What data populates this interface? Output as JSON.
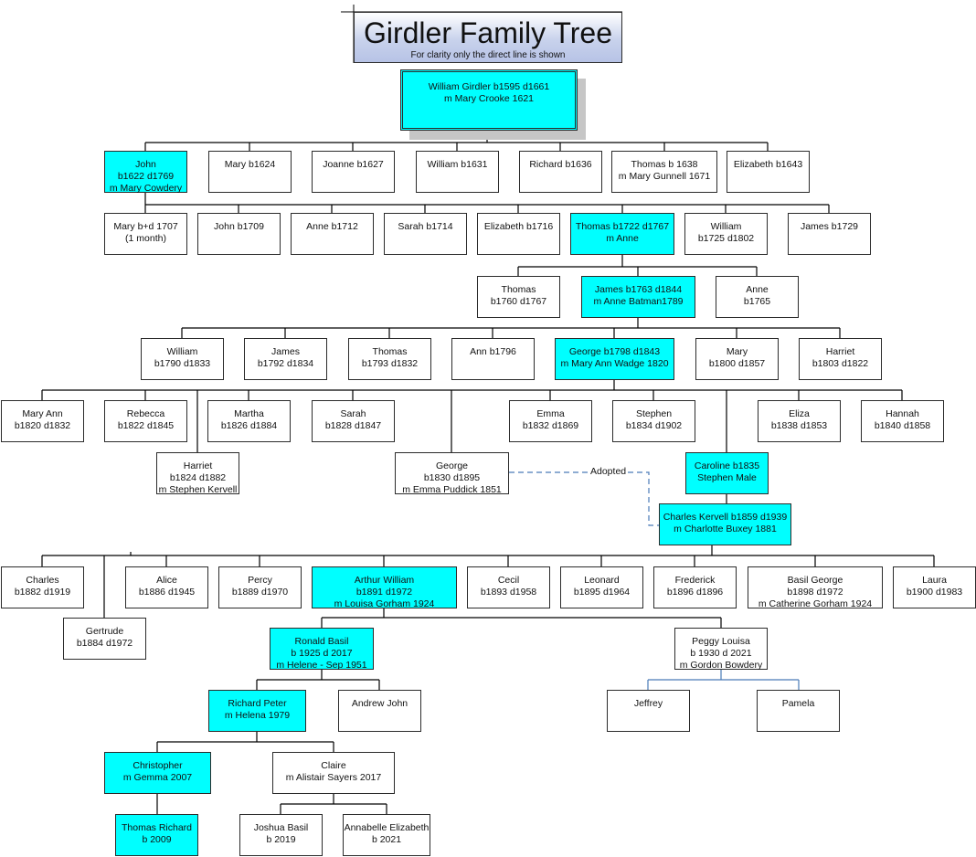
{
  "title": "Girdler Family Tree",
  "subtitle": "For clarity only the direct line is shown",
  "adopted_label": "Adopted",
  "colors": {
    "direct_line": "#00ffff",
    "box_border": "#2b2b2b",
    "line": "#000000",
    "adopted_line": "#4a7ab8"
  },
  "nodes": [
    {
      "id": "william1595",
      "lines": [
        "William Girdler b1595 d1661",
        "m Mary Crooke 1621"
      ],
      "hl": true
    },
    {
      "id": "john1622",
      "lines": [
        "John",
        "b1622 d1769",
        "m Mary Cowdery"
      ],
      "hl": true
    },
    {
      "id": "mary1624",
      "lines": [
        "Mary b1624"
      ],
      "hl": false
    },
    {
      "id": "joanne1627",
      "lines": [
        "Joanne b1627"
      ],
      "hl": false
    },
    {
      "id": "william1631",
      "lines": [
        "William b1631"
      ],
      "hl": false
    },
    {
      "id": "richard1636",
      "lines": [
        "Richard b1636"
      ],
      "hl": false
    },
    {
      "id": "thomas1638",
      "lines": [
        "Thomas b 1638",
        "m Mary Gunnell 1671"
      ],
      "hl": false
    },
    {
      "id": "elizabeth1643",
      "lines": [
        "Elizabeth b1643"
      ],
      "hl": false
    },
    {
      "id": "mary1707",
      "lines": [
        "Mary b+d 1707",
        "(1 month)"
      ],
      "hl": false
    },
    {
      "id": "john1709",
      "lines": [
        "John b1709"
      ],
      "hl": false
    },
    {
      "id": "anne1712",
      "lines": [
        "Anne b1712"
      ],
      "hl": false
    },
    {
      "id": "sarah1714",
      "lines": [
        "Sarah b1714"
      ],
      "hl": false
    },
    {
      "id": "elizabeth1716",
      "lines": [
        "Elizabeth b1716"
      ],
      "hl": false
    },
    {
      "id": "thomas1722",
      "lines": [
        "Thomas b1722 d1767",
        "m Anne"
      ],
      "hl": true
    },
    {
      "id": "william1725",
      "lines": [
        "William",
        "b1725 d1802"
      ],
      "hl": false
    },
    {
      "id": "james1729",
      "lines": [
        "James b1729"
      ],
      "hl": false
    },
    {
      "id": "thomas1760",
      "lines": [
        "Thomas",
        "b1760 d1767"
      ],
      "hl": false
    },
    {
      "id": "james1763",
      "lines": [
        "James b1763 d1844",
        "m Anne Batman1789"
      ],
      "hl": true
    },
    {
      "id": "anne1765",
      "lines": [
        "Anne",
        "b1765"
      ],
      "hl": false
    },
    {
      "id": "william1790",
      "lines": [
        "William",
        "b1790 d1833"
      ],
      "hl": false
    },
    {
      "id": "james1792",
      "lines": [
        "James",
        "b1792 d1834"
      ],
      "hl": false
    },
    {
      "id": "thomas1793",
      "lines": [
        "Thomas",
        "b1793 d1832"
      ],
      "hl": false
    },
    {
      "id": "ann1796",
      "lines": [
        "Ann b1796"
      ],
      "hl": false
    },
    {
      "id": "george1798",
      "lines": [
        "George b1798 d1843",
        "m Mary Ann Wadge 1820"
      ],
      "hl": true
    },
    {
      "id": "mary1800",
      "lines": [
        "Mary",
        "b1800 d1857"
      ],
      "hl": false
    },
    {
      "id": "harriet1803",
      "lines": [
        "Harriet",
        "b1803 d1822"
      ],
      "hl": false
    },
    {
      "id": "maryann1820",
      "lines": [
        "Mary Ann",
        "b1820 d1832"
      ],
      "hl": false
    },
    {
      "id": "rebecca1822",
      "lines": [
        "Rebecca",
        "b1822 d1845"
      ],
      "hl": false
    },
    {
      "id": "martha1826",
      "lines": [
        "Martha",
        "b1826 d1884"
      ],
      "hl": false
    },
    {
      "id": "sarah1828",
      "lines": [
        "Sarah",
        "b1828 d1847"
      ],
      "hl": false
    },
    {
      "id": "emma1832",
      "lines": [
        "Emma",
        "b1832 d1869"
      ],
      "hl": false
    },
    {
      "id": "stephen1834",
      "lines": [
        "Stephen",
        "b1834 d1902"
      ],
      "hl": false
    },
    {
      "id": "eliza1838",
      "lines": [
        "Eliza",
        "b1838 d1853"
      ],
      "hl": false
    },
    {
      "id": "hannah1840",
      "lines": [
        "Hannah",
        "b1840 d1858"
      ],
      "hl": false
    },
    {
      "id": "harriet1824",
      "lines": [
        "Harriet",
        "b1824 d1882",
        "m Stephen Kervell"
      ],
      "hl": false
    },
    {
      "id": "george1830",
      "lines": [
        "George",
        "b1830 d1895",
        "m Emma Puddick 1851"
      ],
      "hl": false
    },
    {
      "id": "caroline1835",
      "lines": [
        "Caroline b1835",
        "Stephen Male"
      ],
      "hl": true
    },
    {
      "id": "charles1859",
      "lines": [
        "Charles Kervell b1859 d1939",
        "m Charlotte Buxey 1881"
      ],
      "hl": true
    },
    {
      "id": "charles1882",
      "lines": [
        "Charles",
        "b1882 d1919"
      ],
      "hl": false
    },
    {
      "id": "alice1886",
      "lines": [
        "Alice",
        "b1886 d1945"
      ],
      "hl": false
    },
    {
      "id": "percy1889",
      "lines": [
        "Percy",
        "b1889 d1970"
      ],
      "hl": false
    },
    {
      "id": "arthur1891",
      "lines": [
        "Arthur William",
        "b1891 d1972",
        "m Louisa Gorham 1924"
      ],
      "hl": true
    },
    {
      "id": "cecil1893",
      "lines": [
        "Cecil",
        "b1893 d1958"
      ],
      "hl": false
    },
    {
      "id": "leonard1895",
      "lines": [
        "Leonard",
        "b1895 d1964"
      ],
      "hl": false
    },
    {
      "id": "frederick1896",
      "lines": [
        "Frederick",
        "b1896 d1896"
      ],
      "hl": false
    },
    {
      "id": "basil1898",
      "lines": [
        "Basil George",
        "b1898 d1972",
        "m Catherine Gorham 1924"
      ],
      "hl": false
    },
    {
      "id": "laura1900",
      "lines": [
        "Laura",
        "b1900 d1983"
      ],
      "hl": false
    },
    {
      "id": "gertrude1884",
      "lines": [
        "Gertrude",
        "b1884 d1972"
      ],
      "hl": false
    },
    {
      "id": "ronald1925",
      "lines": [
        "Ronald Basil",
        "b 1925 d 2017",
        "m Helene - Sep 1951"
      ],
      "hl": true
    },
    {
      "id": "peggy1930",
      "lines": [
        "Peggy Louisa",
        "b 1930 d 2021",
        "m Gordon Bowdery"
      ],
      "hl": false
    },
    {
      "id": "richardpeter",
      "lines": [
        "Richard Peter",
        "m Helena 1979"
      ],
      "hl": true
    },
    {
      "id": "andrewjohn",
      "lines": [
        "Andrew John"
      ],
      "hl": false
    },
    {
      "id": "jeffrey",
      "lines": [
        "Jeffrey"
      ],
      "hl": false
    },
    {
      "id": "pamela",
      "lines": [
        "Pamela"
      ],
      "hl": false
    },
    {
      "id": "christopher",
      "lines": [
        "Christopher",
        "m Gemma 2007"
      ],
      "hl": true
    },
    {
      "id": "claire",
      "lines": [
        "Claire",
        "m Alistair Sayers 2017"
      ],
      "hl": false
    },
    {
      "id": "thomasrichard",
      "lines": [
        "Thomas Richard",
        "b 2009"
      ],
      "hl": true
    },
    {
      "id": "joshua2019",
      "lines": [
        "Joshua Basil",
        "b 2019"
      ],
      "hl": false
    },
    {
      "id": "annabelle2021",
      "lines": [
        "Annabelle Elizabeth",
        "b 2021"
      ],
      "hl": false
    }
  ]
}
